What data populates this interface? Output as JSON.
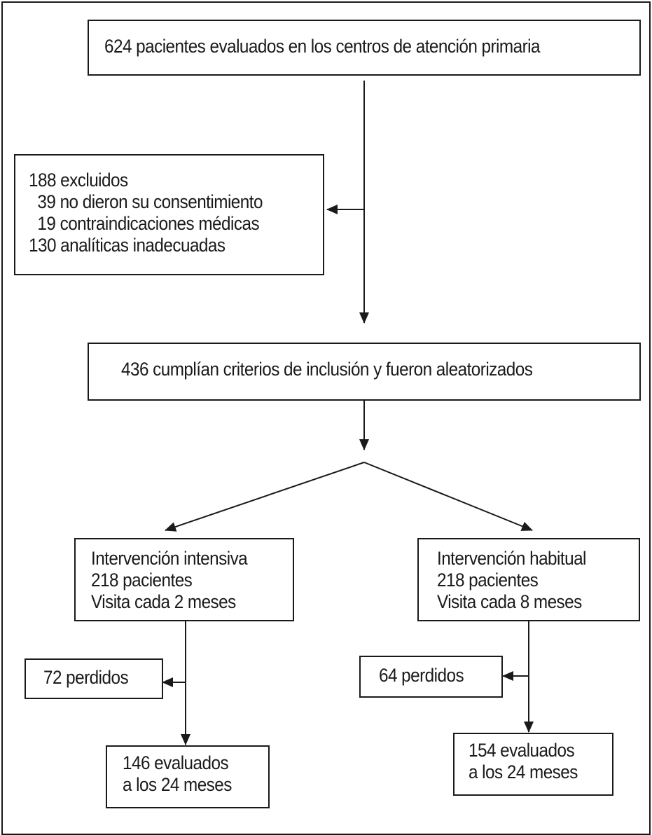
{
  "nodes": {
    "evaluated": {
      "text": "624 pacientes evaluados en los centros de atención primaria"
    },
    "excluded": {
      "header": "188 excluidos",
      "reason_1": "  39 no dieron su consentimiento",
      "reason_2": "  19 contraindicaciones médicas",
      "reason_3": "130 analíticas inadecuadas"
    },
    "randomized": {
      "text": "436 cumplían criterios de inclusión y fueron aleatorizados"
    },
    "intensive": {
      "line_1": "Intervención intensiva",
      "line_2": "218 pacientes",
      "line_3": "Visita cada 2 meses"
    },
    "usual": {
      "line_1": "Intervención habitual",
      "line_2": "218 pacientes",
      "line_3": "Visita cada 8 meses"
    },
    "intensive_lost": {
      "text": "72 perdidos"
    },
    "usual_lost": {
      "text": "64 perdidos"
    },
    "intensive_final": {
      "line_1": "146 evaluados",
      "line_2": "a los 24 meses"
    },
    "usual_final": {
      "line_1": "154 evaluados",
      "line_2": "a los 24 meses"
    }
  },
  "edges": [
    {
      "from": "evaluated",
      "to": "randomized"
    },
    {
      "from": "evaluated",
      "to": "excluded"
    },
    {
      "from": "randomized",
      "to": "intensive"
    },
    {
      "from": "randomized",
      "to": "usual"
    },
    {
      "from": "intensive",
      "to": "intensive_final"
    },
    {
      "from": "intensive",
      "to": "intensive_lost"
    },
    {
      "from": "usual",
      "to": "usual_final"
    },
    {
      "from": "usual",
      "to": "usual_lost"
    }
  ]
}
